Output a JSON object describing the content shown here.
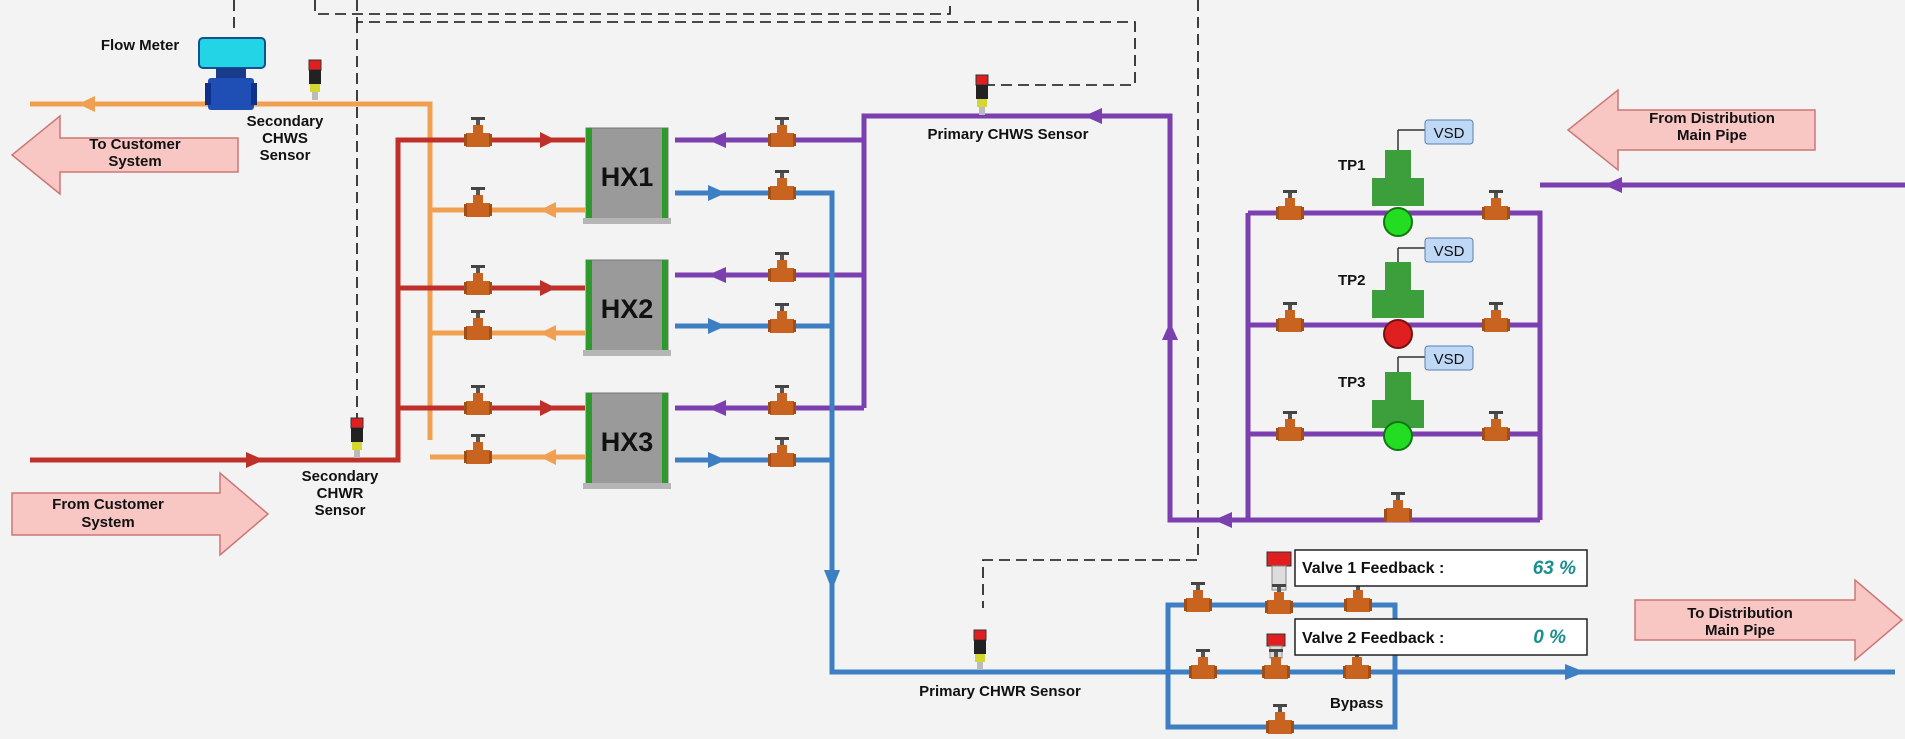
{
  "labels": {
    "flow_meter": "Flow Meter",
    "secondary_chws": [
      "Secondary",
      "CHWS",
      "Sensor"
    ],
    "secondary_chwr": [
      "Secondary",
      "CHWR",
      "Sensor"
    ],
    "primary_chws": "Primary CHWS Sensor",
    "primary_chwr": "Primary CHWR Sensor",
    "bypass": "Bypass"
  },
  "arrows": {
    "to_customer": [
      "To Customer",
      "System"
    ],
    "from_customer": [
      "From Customer",
      "System"
    ],
    "from_distribution": [
      "From Distribution",
      "Main Pipe"
    ],
    "to_distribution": [
      "To Distribution",
      "Main Pipe"
    ]
  },
  "heat_exchangers": [
    "HX1",
    "HX2",
    "HX3"
  ],
  "pumps": [
    {
      "name": "TP1",
      "status": "running",
      "vsd": "VSD"
    },
    {
      "name": "TP2",
      "status": "stopped",
      "vsd": "VSD"
    },
    {
      "name": "TP3",
      "status": "running",
      "vsd": "VSD"
    }
  ],
  "feedback": [
    {
      "label": "Valve 1 Feedback :",
      "value": "63 %"
    },
    {
      "label": "Valve 2 Feedback :",
      "value": "0 %"
    }
  ],
  "colors": {
    "secondary_supply": "#f0a050",
    "secondary_return": "#c0302a",
    "primary_supply": "#7b3fb0",
    "primary_return": "#3e7fc4",
    "pump_running": "#22dd22",
    "pump_stopped": "#e02020",
    "valve": "#c86420",
    "feedback_value": "#1a8f8f"
  }
}
